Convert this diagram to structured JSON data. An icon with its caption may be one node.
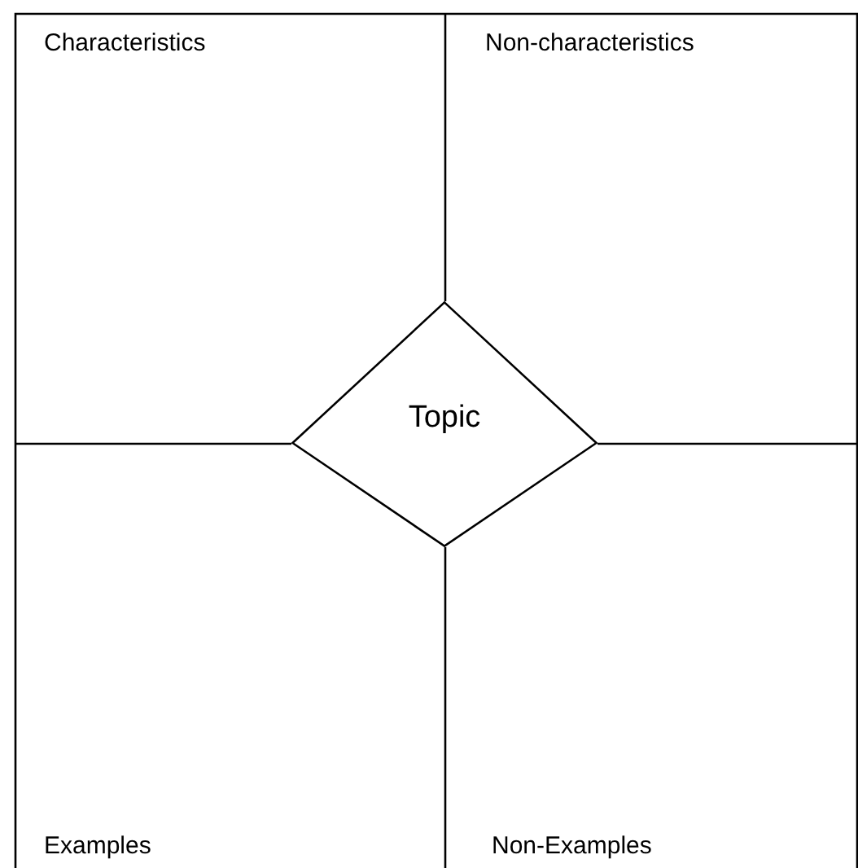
{
  "diagram": {
    "nodes": [
      {
        "text": [
          "Characteristics"
        ]
      },
      {
        "text": [
          "Non-characteristics"
        ]
      },
      {
        "text": [
          "Examples"
        ]
      },
      {
        "text": [
          "Non-Examples"
        ]
      },
      {
        "text": [
          "Topic"
        ]
      }
    ]
  }
}
